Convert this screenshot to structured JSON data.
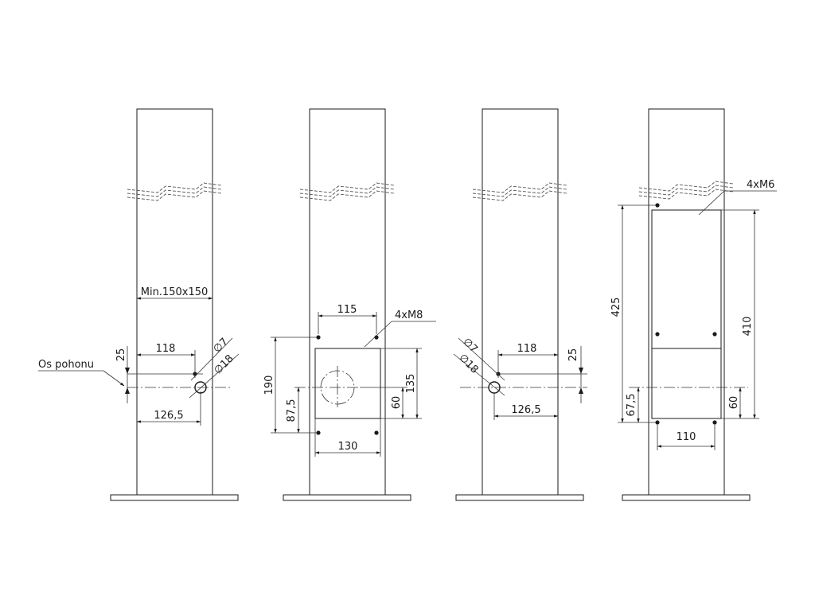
{
  "views": [
    {
      "id": "view-1",
      "labels": {
        "min_size": "Min.150x150",
        "dim_118": "118",
        "dim_126_5": "126,5",
        "dim_25": "25",
        "dia_7": "∅7",
        "dia_18": "∅18",
        "axis_label": "Os pohonu"
      }
    },
    {
      "id": "view-2",
      "labels": {
        "dim_115": "115",
        "thread": "4xM8",
        "dim_190": "190",
        "dim_87_5": "87,5",
        "dim_60": "60",
        "dim_135": "135",
        "dim_130": "130"
      }
    },
    {
      "id": "view-3",
      "labels": {
        "dia_7": "∅7",
        "dia_18": "∅18",
        "dim_118": "118",
        "dim_25": "25",
        "dim_126_5": "126,5"
      }
    },
    {
      "id": "view-4",
      "labels": {
        "thread": "4xM6",
        "dim_425": "425",
        "dim_410": "410",
        "dim_67_5": "67,5",
        "dim_60": "60",
        "dim_110": "110"
      }
    }
  ]
}
